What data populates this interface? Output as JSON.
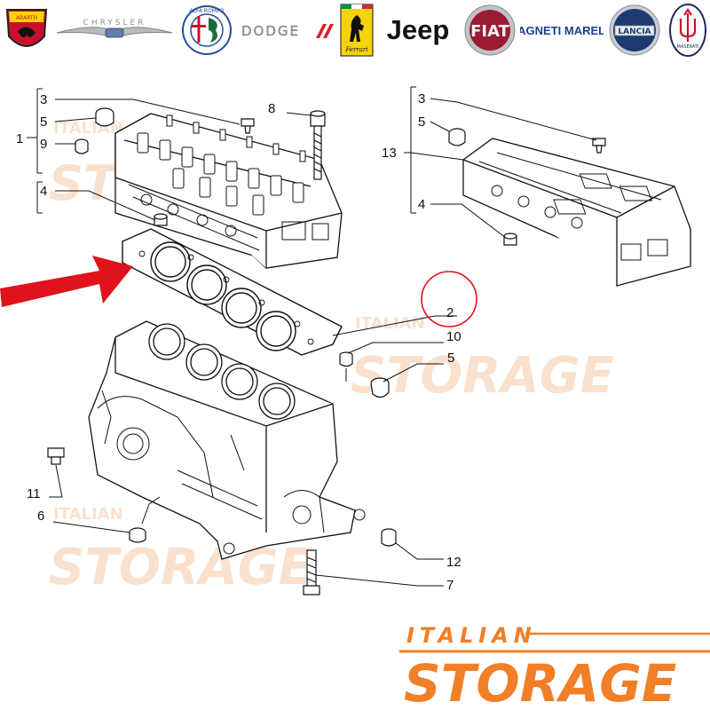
{
  "brand_logos": [
    {
      "name": "ABARTH",
      "icon": "abarth-logo-icon",
      "color": "#c8102e"
    },
    {
      "name": "CHRYSLER",
      "icon": "chrysler-logo-icon",
      "color": "#8a8f96"
    },
    {
      "name": "ALFA ROMEO",
      "icon": "alfa-romeo-logo-icon",
      "color": "#1e6b3a"
    },
    {
      "name": "DODGE",
      "icon": "dodge-logo-icon",
      "color": "#9a9a9a"
    },
    {
      "name": "Ferrari",
      "icon": "ferrari-logo-icon",
      "color": "#f5d20a"
    },
    {
      "name": "Jeep",
      "icon": "jeep-logo-icon",
      "color": "#111111"
    },
    {
      "name": "FIAT",
      "icon": "fiat-logo-icon",
      "color": "#9b1b30"
    },
    {
      "name": "MAGNETI MARELLI",
      "icon": "magneti-marelli-logo-icon",
      "color": "#1b3f8f"
    },
    {
      "name": "LANCIA",
      "icon": "lancia-logo-icon",
      "color": "#1c3a6e"
    },
    {
      "name": "MASERATI",
      "icon": "maserati-logo-icon",
      "color": "#1c2c5a"
    }
  ],
  "callouts": {
    "c1": "1",
    "c2": "2",
    "c3a": "3",
    "c3b": "3",
    "c4a": "4",
    "c4b": "4",
    "c5a": "5",
    "c5b": "5",
    "c5c": "5",
    "c6": "6",
    "c7": "7",
    "c8": "8",
    "c9": "9",
    "c10": "10",
    "c11": "11",
    "c12": "12",
    "c13": "13"
  },
  "watermark": {
    "top": "ITALIAN",
    "bottom": "STORAGE"
  },
  "footer_brand": {
    "top": "ITALIAN",
    "bottom": "STORAGE",
    "color": "#f07f28"
  },
  "highlight": {
    "arrow_color": "#e0121b",
    "circle_color": "#e0121b"
  }
}
